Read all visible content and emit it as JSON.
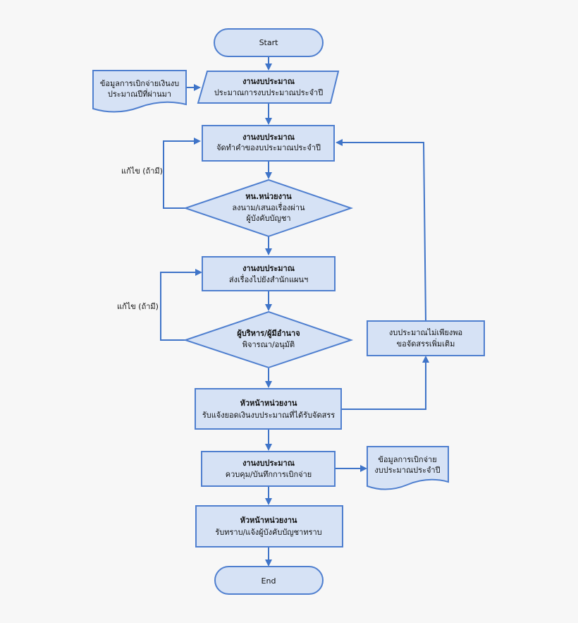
{
  "flow": {
    "start": "Start",
    "end": "End",
    "doc_input": {
      "line1": "ข้อมูลการเบิกจ่ายเงินงบ",
      "line2": "ประมาณปีที่ผ่านมา"
    },
    "step1": {
      "title": "งานงบประมาณ",
      "text": "ประมาณการงบประมาณประจำปี"
    },
    "step2": {
      "title": "งานงบประมาณ",
      "text": "จัดทำคำของบประมาณประจำปี"
    },
    "decision1": {
      "title": "หน.หน่วยงาน",
      "line1": "ลงนาม/เสนอเรื่องผ่าน",
      "line2": "ผู้บังคับบัญชา"
    },
    "step3": {
      "title": "งานงบประมาณ",
      "text": "ส่งเรื่องไปยังสำนักแผนฯ"
    },
    "decision2": {
      "title": "ผู้บริหาร/ผู้มีอำนาจ",
      "text": "พิจารณา/อนุมัติ"
    },
    "step4": {
      "title": "หัวหน้าหน่วยงาน",
      "text": "รับแจ้งยอดเงินงบประมาณที่ได้รับจัดสรร"
    },
    "step5": {
      "title": "งานงบประมาณ",
      "text": "ควบคุม/บันทึกการเบิกจ่าย"
    },
    "step6": {
      "title": "หัวหน้าหน่วยงาน",
      "text": "รับทราบ/แจ้งผู้บังคับบัญชาทราบ"
    },
    "side_box": {
      "line1": "งบประมาณไม่เพียงพอ",
      "line2": "ขอจัดสรรเพิ่มเติม"
    },
    "doc_output": {
      "line1": "ข้อมูลการเบิกจ่าย",
      "line2": "งบประมาณประจำปี"
    },
    "loop_label1": "แก้ไข (ถ้ามี)",
    "loop_label2": "แก้ไข (ถ้ามี)"
  },
  "colors": {
    "fill": "#d6e2f5",
    "stroke": "#4f7fcf",
    "arrow": "#3f74c8",
    "background": "#f7f7f7"
  }
}
